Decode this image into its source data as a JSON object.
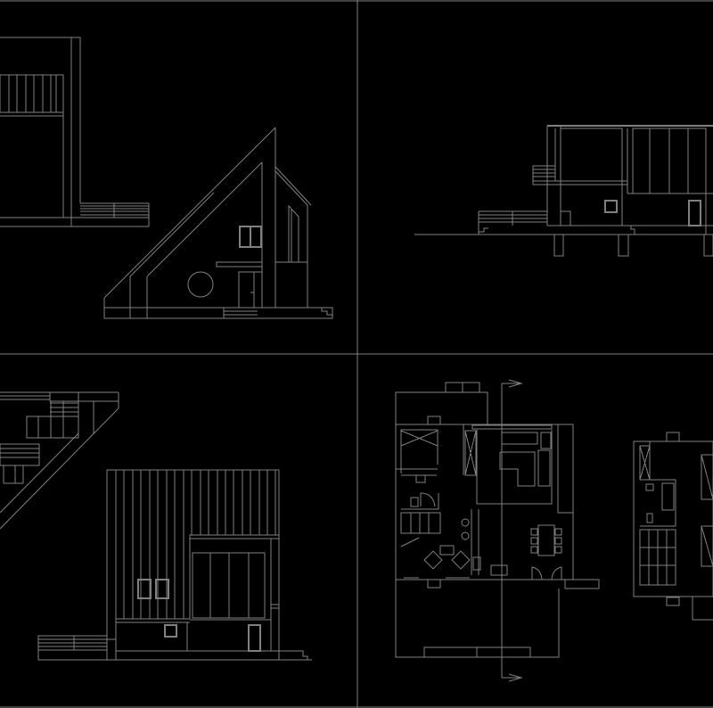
{
  "colors": {
    "background": "#000000",
    "linework": "#808080",
    "viewport_border": "#808080"
  },
  "viewports": [
    {
      "id": "top-left",
      "content": "elevations"
    },
    {
      "id": "top-right",
      "content": "section"
    },
    {
      "id": "bottom-left",
      "content": "elevations"
    },
    {
      "id": "bottom-right",
      "content": "floor-plans"
    }
  ]
}
